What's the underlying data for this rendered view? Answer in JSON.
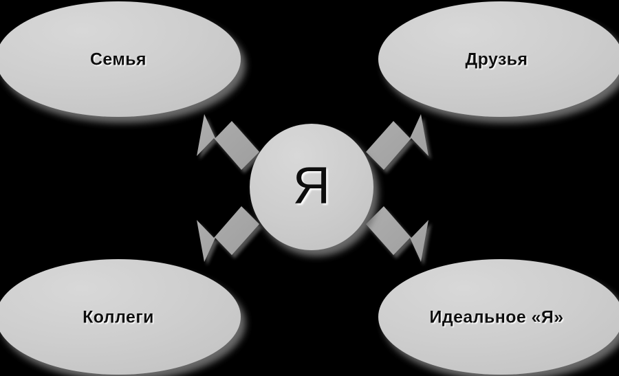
{
  "diagram": {
    "title_visible": false,
    "background_color": "#000000",
    "shape_fill": "#CCCCCC",
    "shape_fill_highlight": "#D4D4D4",
    "arrow_fill": "#A6A6A6",
    "shadow_color": "#7A7A7A",
    "text_color": "#0A0A0A",
    "center": {
      "label": "Я",
      "shape": "ellipse"
    },
    "nodes": [
      {
        "id": "family",
        "label": "Семья",
        "position": "top-left"
      },
      {
        "id": "friends",
        "label": "Друзья",
        "position": "top-right"
      },
      {
        "id": "colleagues",
        "label": "Коллеги",
        "position": "bottom-left"
      },
      {
        "id": "ideal_self",
        "label": "Идеальное «Я»",
        "position": "bottom-right"
      }
    ],
    "arrows": [
      {
        "id": "arrow-family-to-center",
        "from": "family",
        "to": "center",
        "direction": "down-right"
      },
      {
        "id": "arrow-friends-to-center",
        "from": "friends",
        "to": "center",
        "direction": "down-left"
      },
      {
        "id": "arrow-colleagues-to-center",
        "from": "colleagues",
        "to": "center",
        "direction": "up-right"
      },
      {
        "id": "arrow-ideal-to-center",
        "from": "ideal_self",
        "to": "center",
        "direction": "up-left"
      }
    ]
  }
}
